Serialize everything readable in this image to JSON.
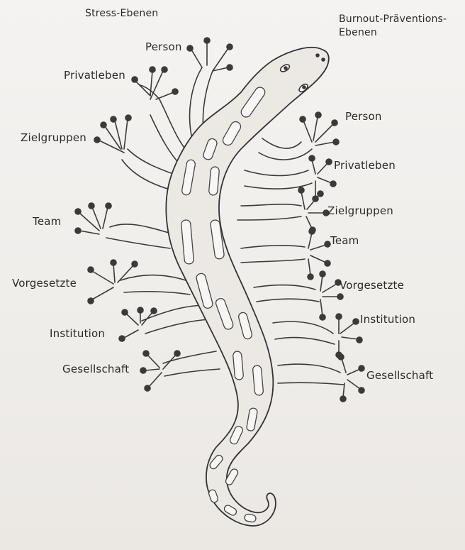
{
  "headers": {
    "left": "Stress-Ebenen",
    "right_line1": "Burnout-Präventions-",
    "right_line2": "Ebenen"
  },
  "left_labels": [
    "Person",
    "Privatleben",
    "Zielgruppen",
    "Team",
    "Vorgesetzte",
    "Institution",
    "Gesellschaft"
  ],
  "right_labels": [
    "Person",
    "Privatleben",
    "Zielgruppen",
    "Team",
    "Vorgesetzte",
    "Institution",
    "Gesellschaft"
  ]
}
